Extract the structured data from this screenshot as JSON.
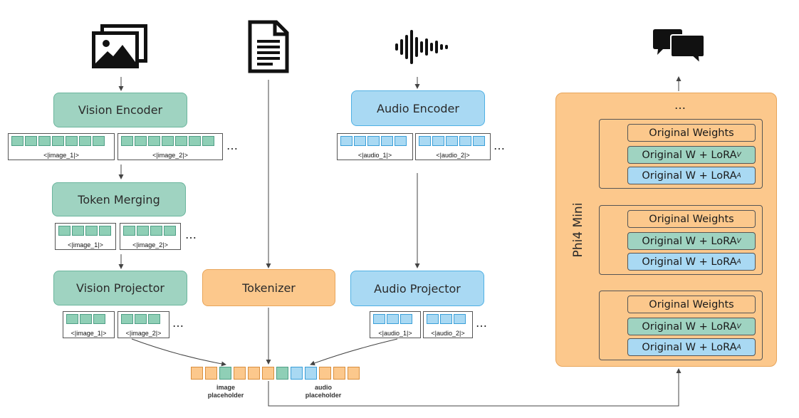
{
  "vision": {
    "encoder_label": "Vision Encoder",
    "merging_label": "Token Merging",
    "projector_label": "Vision Projector",
    "image_1": "<|image_1|>",
    "image_2": "<|image_2|>"
  },
  "audio": {
    "encoder_label": "Audio Encoder",
    "projector_label": "Audio Projector",
    "audio_1": "<|audio_1|>",
    "audio_2": "<|audio_2|>"
  },
  "tokenizer_label": "Tokenizer",
  "ellipsis": "…",
  "sequence": {
    "image_placeholder": "image placeholder",
    "audio_placeholder": "audio placeholder"
  },
  "phi": {
    "title": "Phi4 Mini",
    "top_ellipsis": "…",
    "original_weights": "Original Weights",
    "lora_prefix": "Original W + LoRA",
    "sub_v": "V",
    "sub_a": "A"
  },
  "icons": {
    "image": "image-icon",
    "document": "document-icon",
    "audio": "audio-waveform-icon",
    "output": "chat-bubbles-icon"
  },
  "colors": {
    "vision": "#9fd3c1",
    "audio": "#a9d9f3",
    "text": "#fcc88c"
  }
}
